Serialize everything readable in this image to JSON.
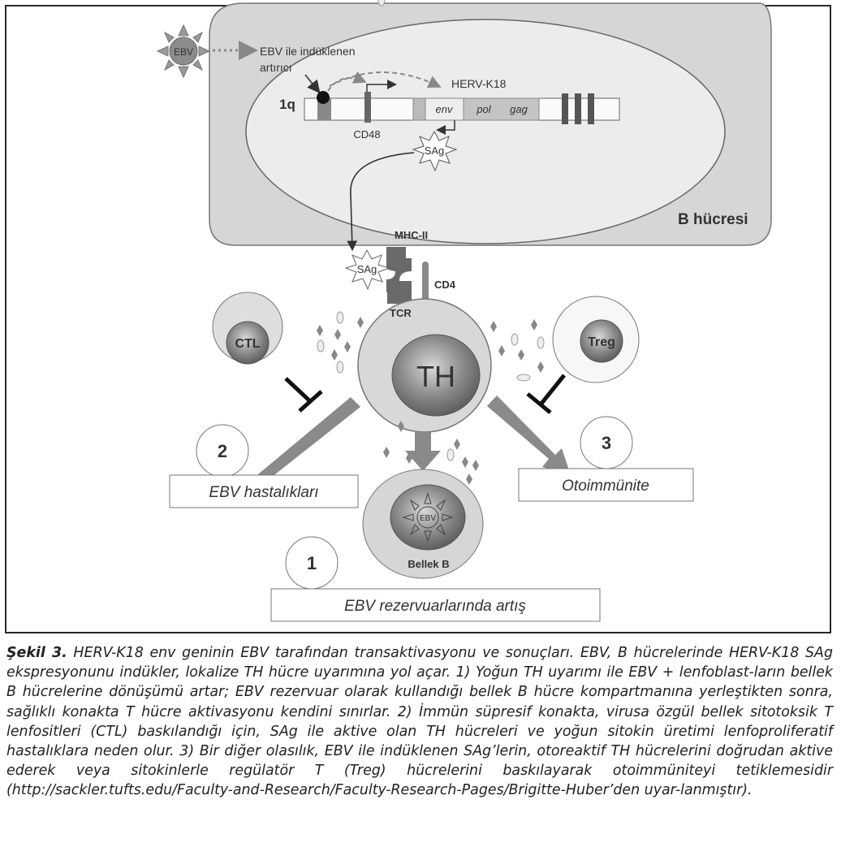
{
  "figure": {
    "ebv_virus_label": "EBV",
    "enhancer_label_line1": "EBV ile indüklenen",
    "enhancer_label_line2": "artırıcı",
    "chromosome_label": "1q",
    "cd48_label": "CD48",
    "herv_label": "HERV-K18",
    "gene_env": "env",
    "gene_pol": "pol",
    "gene_gag": "gag",
    "sag_label": "SAg",
    "b_cell_label": "B hücresi",
    "mhc_label": "MHC-II",
    "cd4_label": "CD4",
    "tcr_label": "TCR",
    "th_label": "TH",
    "ctl_label": "CTL",
    "treg_label": "Treg",
    "memory_b_label": "Bellek B",
    "outcomes": [
      {
        "number": "1",
        "label": "EBV rezervuarlarında artış"
      },
      {
        "number": "2",
        "label": "EBV hastalıkları"
      },
      {
        "number": "3",
        "label": "Otoimmünite"
      }
    ]
  },
  "caption": {
    "lead": "Şekil 3.",
    "text": " HERV-K18 env geninin EBV tarafından transaktivasyonu ve sonuçları. EBV, B hücrelerinde HERV-K18 SAg ekspresyonunu indükler, lokalize TH hücre uyarımına yol açar. 1) Yoğun TH uyarımı ile EBV + lenfoblast-ların bellek B hücrelerine dönüşümü artar; EBV rezervuar olarak kullandığı bellek B hücre kompartmanına yerleştikten sonra, sağlıklı konakta T hücre aktivasyonu kendini sınırlar. 2) İmmün süpresif konakta, virusa özgül bellek sitotoksik T lenfositleri (CTL) baskılandığı için, SAg ile aktive olan TH hücreleri ve yoğun sitokin üretimi lenfoproliferatif hastalıklara neden olur. 3) Bir diğer olasılık, EBV ile indüklenen SAg’lerin, otoreaktif TH hücrelerini doğrudan aktive ederek veya sitokinlerle regülatör T (Treg) hücrelerini baskılayarak otoimmüniteyi tetiklemesidir (http://sackler.tufts.edu/Faculty-and-Research/Faculty-Research-Pages/Brigitte-Huber’den uyar-lanmıştır)."
  }
}
